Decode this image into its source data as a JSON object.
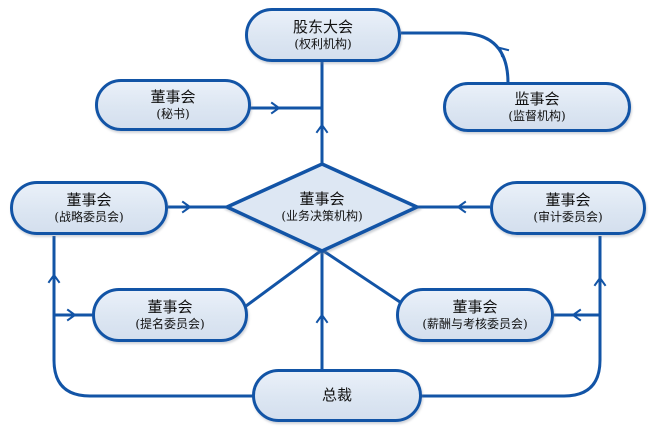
{
  "diagram": {
    "type": "org-governance-flowchart",
    "colors": {
      "node_border": "#1254a6",
      "node_fill": "#dce6f2",
      "connector": "#1254a6",
      "text": "#111111",
      "background": "#ffffff"
    },
    "nodes": [
      {
        "id": "shareholders-meeting",
        "shape": "stadium",
        "label": "股东大会",
        "sublabel": "(权利机构)"
      },
      {
        "id": "board-secretary",
        "shape": "stadium",
        "label": "董事会",
        "sublabel": "(秘书)"
      },
      {
        "id": "supervisory-board",
        "shape": "stadium",
        "label": "监事会",
        "sublabel": "(监督机构)"
      },
      {
        "id": "strategy-committee",
        "shape": "stadium",
        "label": "董事会",
        "sublabel": "(战略委员会)"
      },
      {
        "id": "board-of-directors",
        "shape": "diamond",
        "label": "董事会",
        "sublabel": "(业务决策机构)"
      },
      {
        "id": "audit-committee",
        "shape": "stadium",
        "label": "董事会",
        "sublabel": "(审计委员会)"
      },
      {
        "id": "nomination-committee",
        "shape": "stadium",
        "label": "董事会",
        "sublabel": "(提名委员会)"
      },
      {
        "id": "remuneration-committee",
        "shape": "stadium",
        "label": "董事会",
        "sublabel": "(薪酬与考核委员会)"
      },
      {
        "id": "president",
        "shape": "stadium",
        "label": "总裁",
        "sublabel": ""
      }
    ],
    "edges": [
      {
        "from": "board-of-directors",
        "to": "shareholders-meeting",
        "arrow": "up"
      },
      {
        "from": "board-secretary",
        "to": "board-of-directors",
        "arrow": "right"
      },
      {
        "from": "supervisory-board",
        "to": "shareholders-meeting",
        "arrow": "along-curve"
      },
      {
        "from": "strategy-committee",
        "to": "board-of-directors",
        "arrow": "right"
      },
      {
        "from": "audit-committee",
        "to": "board-of-directors",
        "arrow": "left"
      },
      {
        "from": "board-of-directors",
        "to": "nomination-committee",
        "arrow": "none"
      },
      {
        "from": "board-of-directors",
        "to": "remuneration-committee",
        "arrow": "none"
      },
      {
        "from": "president",
        "to": "board-of-directors",
        "arrow": "up"
      },
      {
        "from": "president",
        "to": "strategy-committee",
        "arrow": "up"
      },
      {
        "from": "president",
        "to": "nomination-committee",
        "arrow": "right"
      },
      {
        "from": "president",
        "to": "audit-committee",
        "arrow": "up"
      },
      {
        "from": "president",
        "to": "remuneration-committee",
        "arrow": "left"
      }
    ]
  }
}
